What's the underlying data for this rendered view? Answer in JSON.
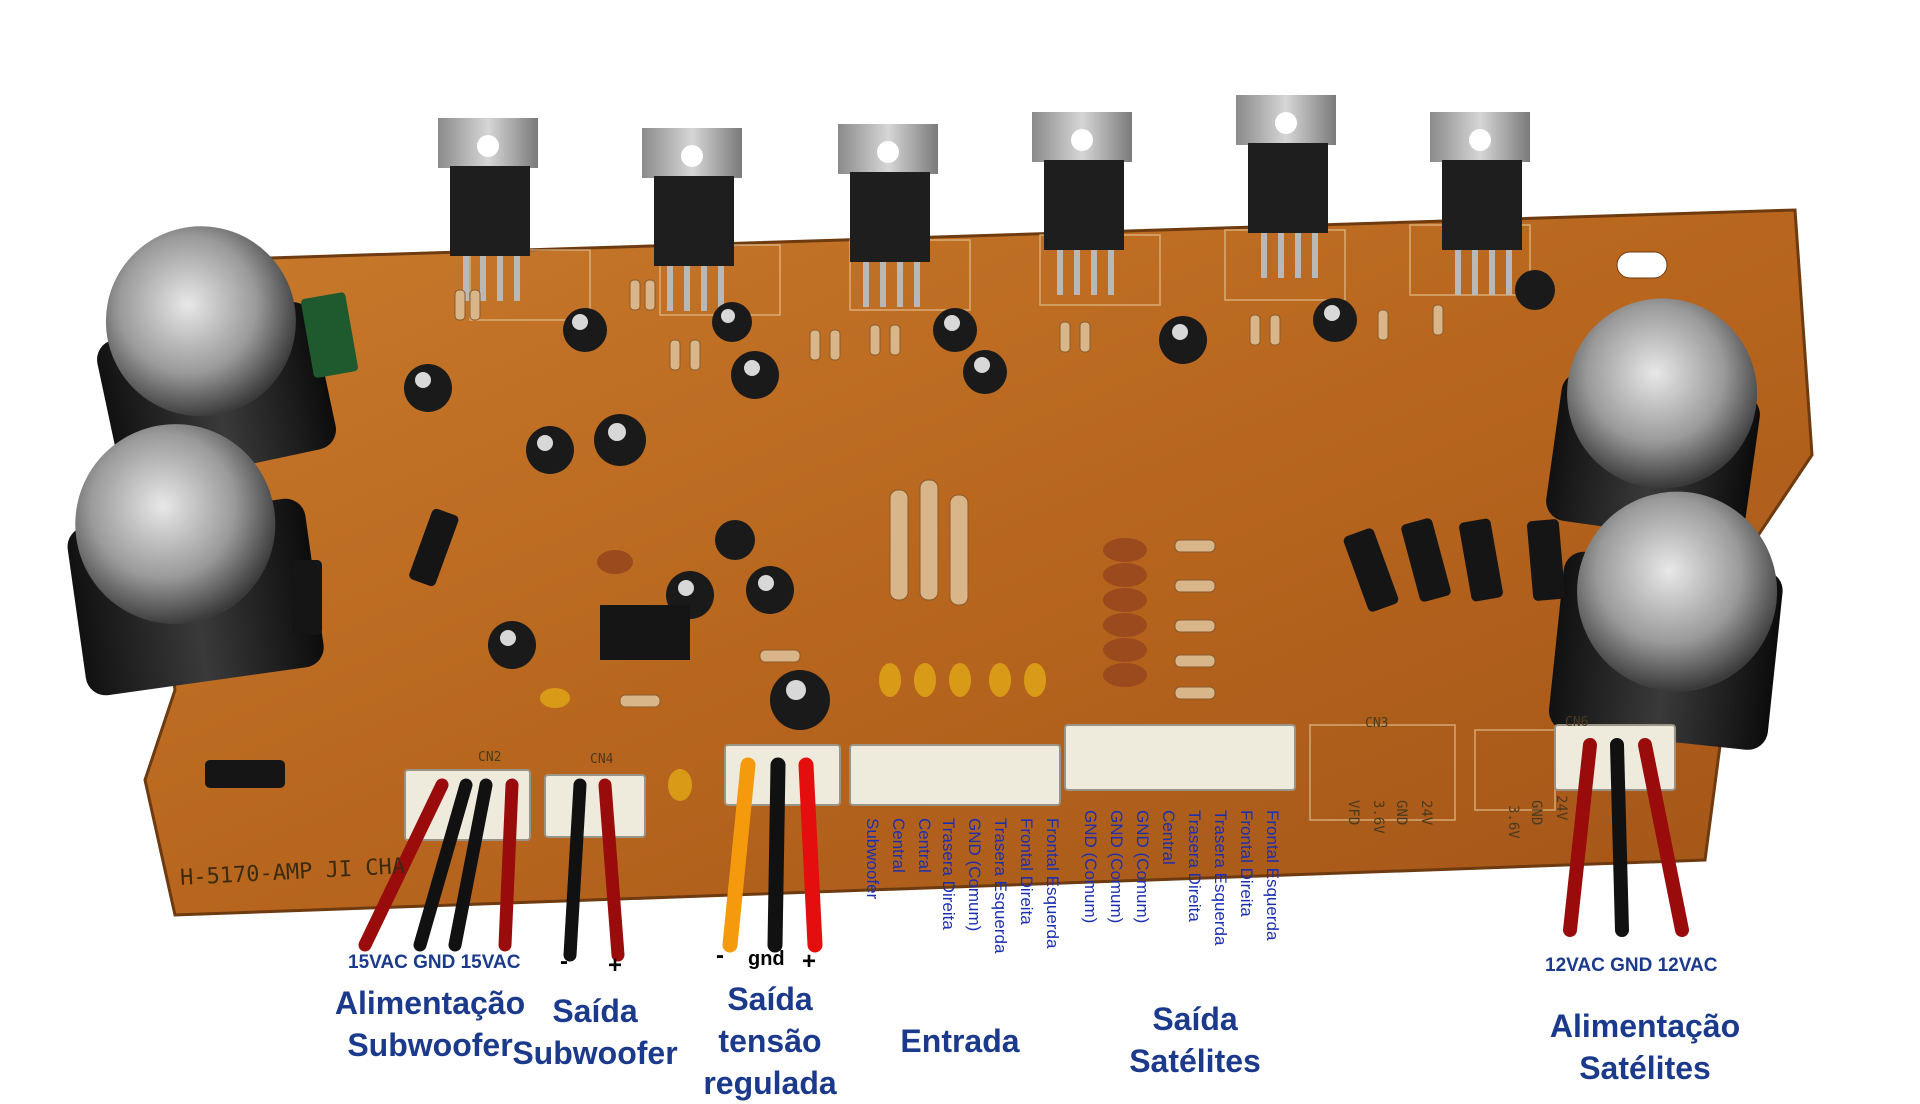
{
  "board": {
    "silkscreen": "H-5170-AMP JI CHA",
    "connectors": [
      "CN2",
      "CN4",
      "CN3",
      "CN6"
    ],
    "cn3_pins": [
      "VFD",
      "3.6V",
      "GND",
      "24V"
    ],
    "cn6_pins": [
      "3.6V",
      "GND",
      "24V"
    ]
  },
  "labels": {
    "sub_power_pins": "15VAC GND 15VAC",
    "sub_power_title": [
      "Alimentação",
      "Subwoofer"
    ],
    "sub_out_minus": "-",
    "sub_out_plus": "+",
    "sub_out_title": [
      "Saída",
      "Subwoofer"
    ],
    "reg_minus": "-",
    "reg_gnd": "gnd",
    "reg_plus": "+",
    "reg_title": [
      "Saída",
      "tensão",
      "regulada"
    ],
    "entrada_title": "Entrada",
    "entrada_pins": [
      "Subwoofer",
      "Central",
      "Central",
      "Trasera Direita",
      "GND (Comum)",
      "Trasera Esquerda",
      "Frontal Direita",
      "Frontal Esquerda"
    ],
    "saida_pins": [
      "GND (Comum)",
      "GND (Comum)",
      "GND (Comum)",
      "Central",
      "Trasera Direita",
      "Trasera Esquerda",
      "Frontal Direita",
      "Frontal Esquerda"
    ],
    "saida_title": [
      "Saída",
      "Satélites"
    ],
    "sat_power_pins": "12VAC GND 12VAC",
    "sat_power_title": [
      "Alimentação",
      "Satélites"
    ]
  },
  "colors": {
    "pcb": "#b8661e",
    "label_blue": "#1c3a8c",
    "wire_red": "#9a0c0c",
    "wire_black": "#111111",
    "wire_orange": "#f59a0c"
  }
}
